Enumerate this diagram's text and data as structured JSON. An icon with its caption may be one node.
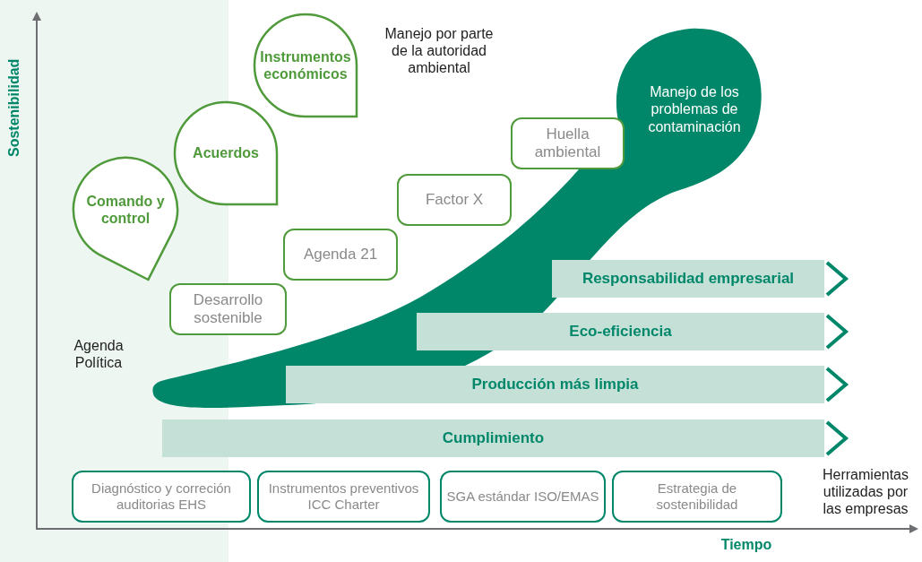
{
  "diagram": {
    "nodes": [
      {
        "text": [
          "Instrumentos económicos"
        ]
      },
      {
        "text": [
          "Acuerdos"
        ]
      },
      {
        "text": [
          "Comando y control"
        ]
      },
      {
        "text": [
          "Huella ambiental"
        ]
      },
      {
        "text": [
          "Factor X"
        ]
      },
      {
        "text": [
          "Agenda 21"
        ]
      },
      {
        "text": [
          "Desarrollo sostenible"
        ]
      },
      {
        "text": [
          "Manejo de los problemas de contaminación"
        ]
      },
      {
        "text": [
          "Responsabilidad empresarial"
        ]
      },
      {
        "text": [
          "Eco-eficiencia"
        ]
      },
      {
        "text": [
          "Producción más limpia"
        ]
      },
      {
        "text": [
          "Cumplimiento"
        ]
      },
      {
        "text": [
          "Diagnóstico y correción auditorias EHS"
        ]
      },
      {
        "text": [
          "Instrumentos preventivos ICC Charter"
        ]
      },
      {
        "text": [
          "SGA estándar ISO/EMAS"
        ]
      },
      {
        "text": [
          "Estrategia de sostenibilidad"
        ]
      }
    ],
    "edges": [],
    "labels": [
      "Sostenibilidad",
      "Manejo por parte de la autoridad ambiental",
      "Agenda Política",
      "Herramientas utilizadas por las empresas",
      "Tiempo"
    ]
  }
}
